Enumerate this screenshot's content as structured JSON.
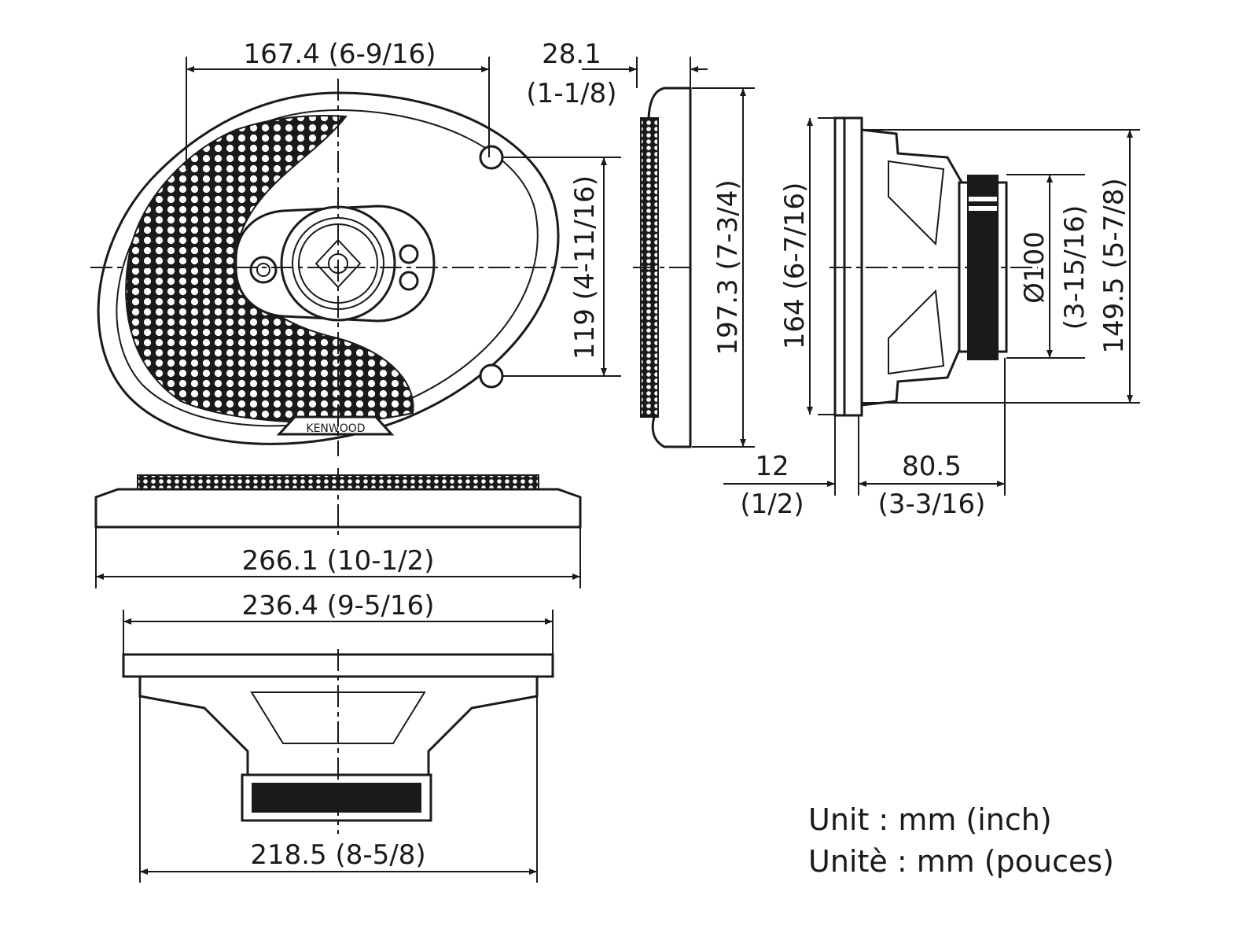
{
  "brand": "KENWOOD",
  "colors": {
    "ink": "#1a1a1a",
    "background": "#ffffff"
  },
  "dimensions": {
    "front_mount_width": "167.4 (6-9/16)",
    "grille_depth_mm": "28.1",
    "grille_depth_in": "(1-1/8)",
    "mount_hole_spacing": "119 (4-11/16)",
    "overall_height": "197.3 (7-3/4)",
    "cutout_height": "164 (6-7/16)",
    "magnet_diameter_mm": "Ø100",
    "magnet_diameter_in": "(3-15/16)",
    "basket_height": "149.5 (5-7/8)",
    "flange_depth_mm": "12",
    "flange_depth_in": "(1/2)",
    "mount_depth_mm": "80.5",
    "mount_depth_in": "(3-3/16)",
    "overall_width": "266.1 (10-1/2)",
    "cutout_width": "236.4 (9-5/16)",
    "basket_width": "218.5 (8-5/8)"
  },
  "units": {
    "en": "Unit : mm (inch)",
    "fr": "Unitè : mm (pouces)"
  }
}
